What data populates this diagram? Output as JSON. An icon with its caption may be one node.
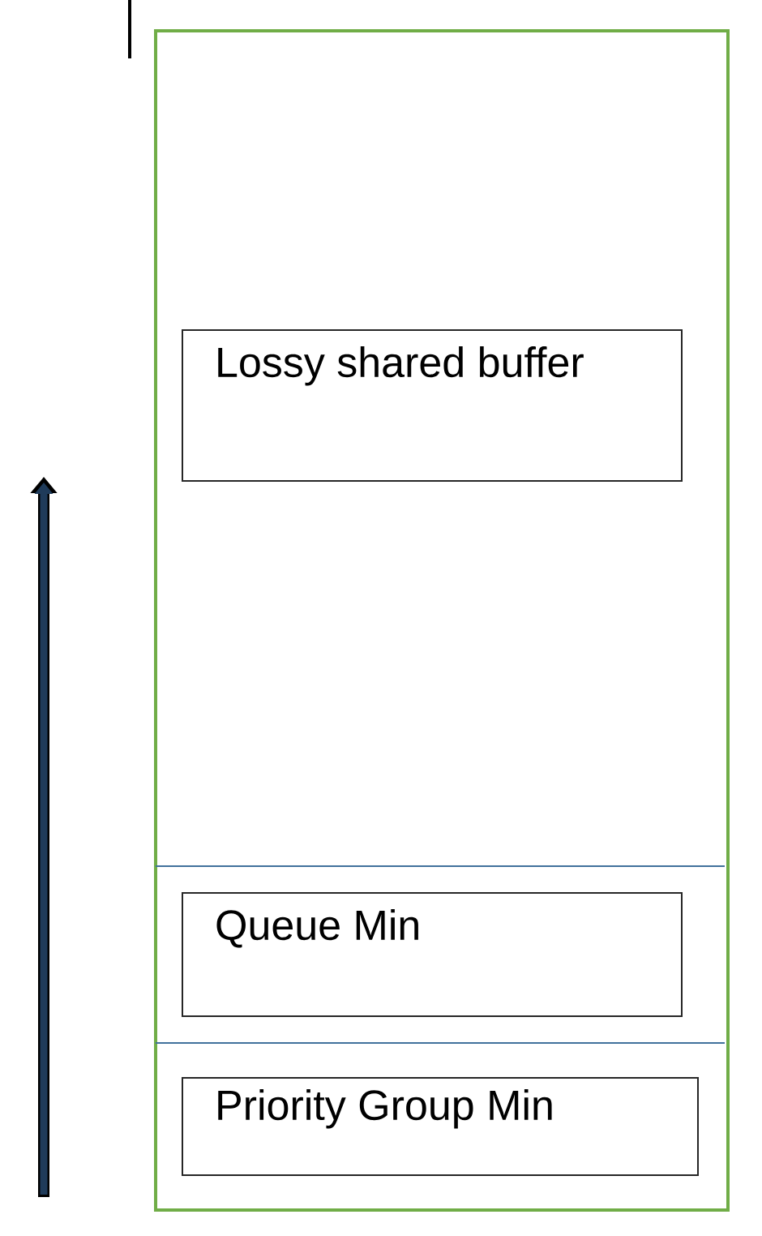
{
  "diagram": {
    "nodes": [
      {
        "text": [],
        "shape": "box"
      },
      {
        "text": [
          "Lossy shared buffer"
        ],
        "in": 0
      },
      {
        "text": [
          "Queue Min"
        ],
        "in": 0
      },
      {
        "text": [
          "Priority Group Min"
        ],
        "in": 0
      }
    ]
  }
}
